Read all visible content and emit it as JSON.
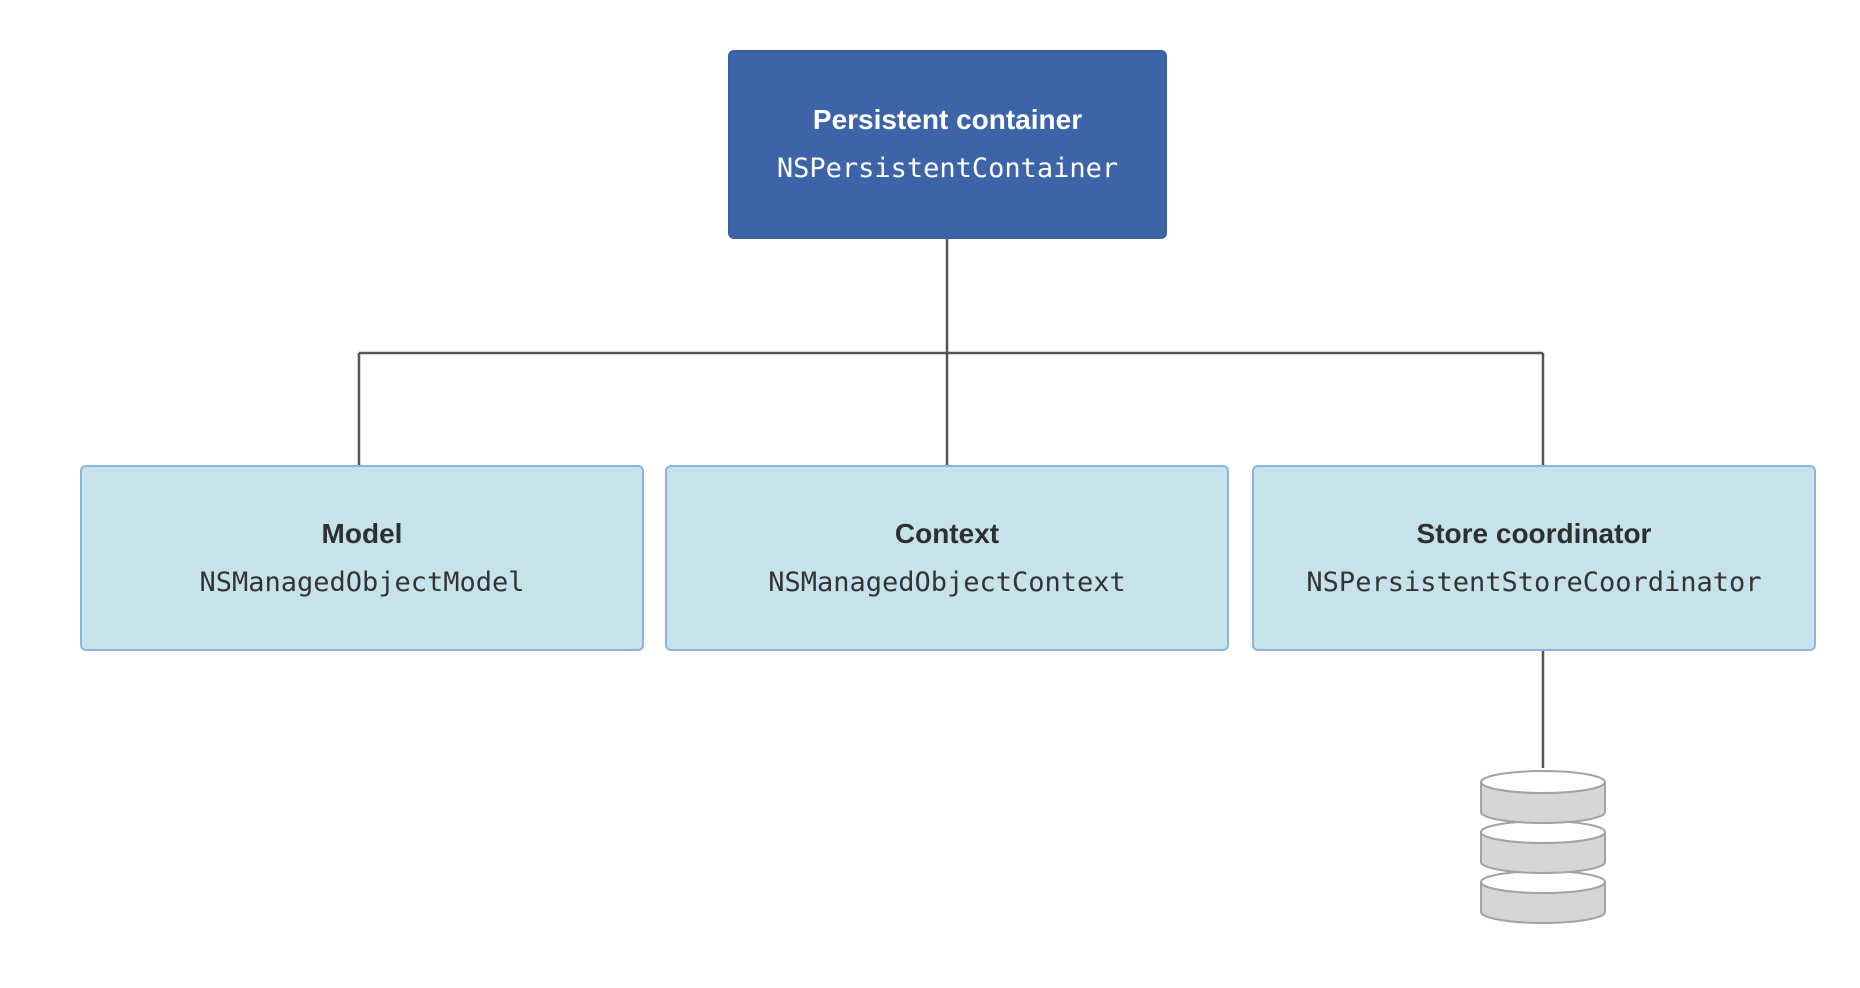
{
  "diagram": {
    "root": {
      "title": "Persistent container",
      "class_name": "NSPersistentContainer"
    },
    "children": [
      {
        "title": "Model",
        "class_name": "NSManagedObjectModel"
      },
      {
        "title": "Context",
        "class_name": "NSManagedObjectContext"
      },
      {
        "title": "Store coordinator",
        "class_name": "NSPersistentStoreCoordinator"
      }
    ],
    "store_icon": "database-icon",
    "colors": {
      "root_fill": "#3d63a9",
      "child_fill": "#c6e3eb",
      "child_border": "#8fb3e0",
      "connector": "#555555",
      "database_fill": "#d6d6d6",
      "database_stroke": "#a3a3a3"
    }
  }
}
